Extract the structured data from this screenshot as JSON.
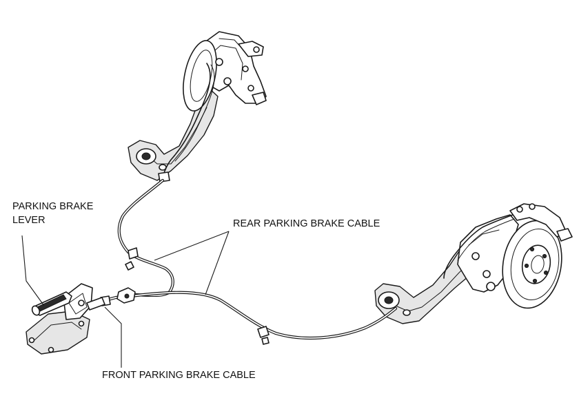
{
  "labels": {
    "lever_line1": "PARKING BRAKE",
    "lever_line2": "LEVER",
    "rear_cable": "REAR PARKING BRAKE CABLE",
    "front_cable": "FRONT PARKING BRAKE CABLE"
  }
}
